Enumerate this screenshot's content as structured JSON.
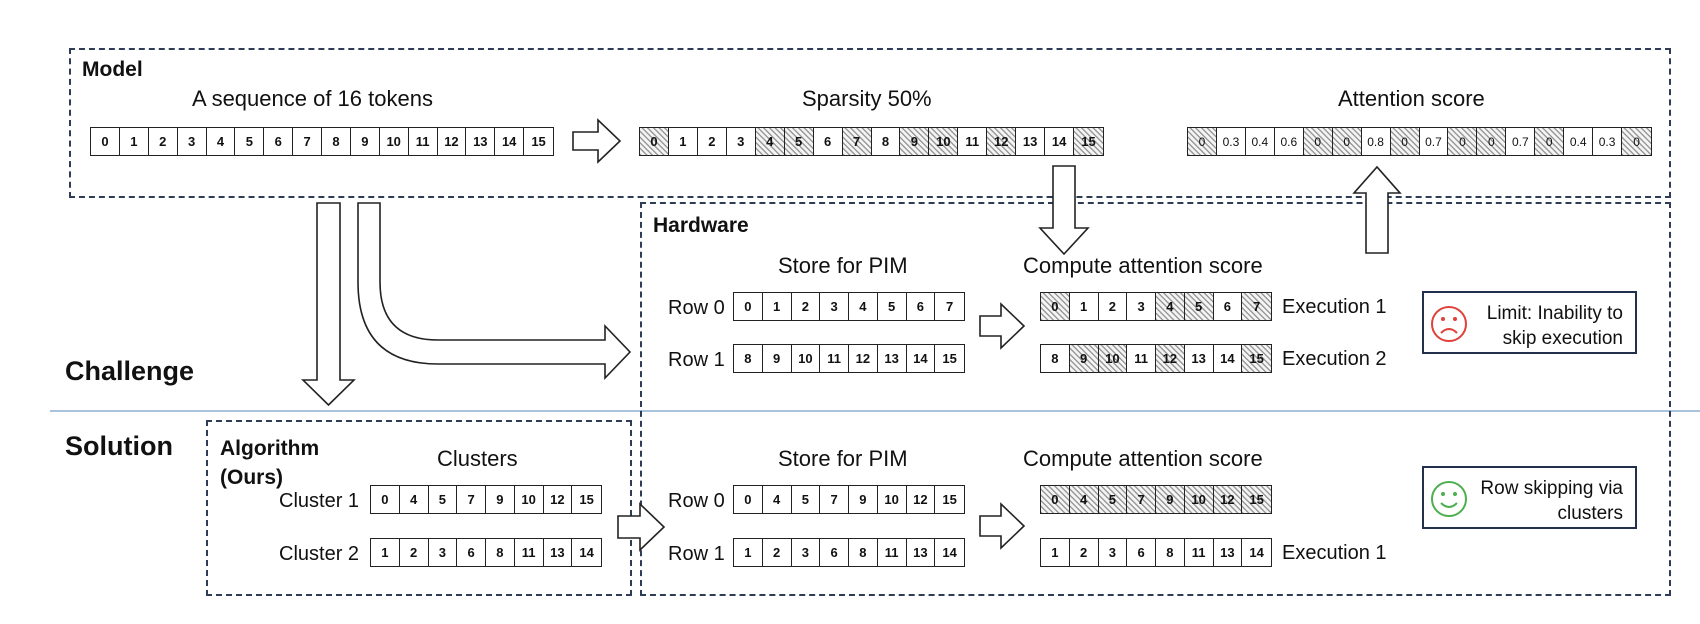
{
  "sections": {
    "model": "Model",
    "hardware": "Hardware",
    "algorithm": "Algorithm\n(Ours)",
    "challenge": "Challenge",
    "solution": "Solution"
  },
  "model": {
    "tokens_title": "A sequence of 16 tokens",
    "tokens": [
      "0",
      "1",
      "2",
      "3",
      "4",
      "5",
      "6",
      "7",
      "8",
      "9",
      "10",
      "11",
      "12",
      "13",
      "14",
      "15"
    ],
    "sparsity_title": "Sparsity 50%",
    "sparsity_tokens": [
      "0",
      "1",
      "2",
      "3",
      "4",
      "5",
      "6",
      "7",
      "8",
      "9",
      "10",
      "11",
      "12",
      "13",
      "14",
      "15"
    ],
    "sparsity_masked": [
      0,
      4,
      5,
      7,
      9,
      10,
      12,
      15
    ],
    "attention_title": "Attention score",
    "attention_values": [
      "0",
      "0.3",
      "0.4",
      "0.6",
      "0",
      "0",
      "0.8",
      "0",
      "0.7",
      "0",
      "0",
      "0.7",
      "0",
      "0.4",
      "0.3",
      "0"
    ],
    "attention_masked": [
      0,
      4,
      5,
      7,
      9,
      10,
      12,
      15
    ]
  },
  "challenge": {
    "store_title": "Store for PIM",
    "compute_title": "Compute attention score",
    "rows": [
      {
        "label": "Row 0",
        "cells": [
          "0",
          "1",
          "2",
          "3",
          "4",
          "5",
          "6",
          "7"
        ],
        "masked": [
          0,
          4,
          5,
          7
        ],
        "execution": "Execution 1"
      },
      {
        "label": "Row 1",
        "cells": [
          "8",
          "9",
          "10",
          "11",
          "12",
          "13",
          "14",
          "15"
        ],
        "masked": [
          1,
          2,
          4,
          7
        ],
        "execution": "Execution 2"
      }
    ],
    "note": "Limit: Inability to\nskip execution",
    "note_color": "#e0413a"
  },
  "solution": {
    "clusters_title": "Clusters",
    "clusters": [
      {
        "label": "Cluster 1",
        "cells": [
          "0",
          "4",
          "5",
          "7",
          "9",
          "10",
          "12",
          "15"
        ]
      },
      {
        "label": "Cluster 2",
        "cells": [
          "1",
          "2",
          "3",
          "6",
          "8",
          "11",
          "13",
          "14"
        ]
      }
    ],
    "store_title": "Store for PIM",
    "compute_title": "Compute attention score",
    "rows": [
      {
        "label": "Row 0",
        "cells": [
          "0",
          "4",
          "5",
          "7",
          "9",
          "10",
          "12",
          "15"
        ],
        "masked": [
          0,
          1,
          2,
          3,
          4,
          5,
          6,
          7
        ],
        "execution": ""
      },
      {
        "label": "Row 1",
        "cells": [
          "1",
          "2",
          "3",
          "6",
          "8",
          "11",
          "13",
          "14"
        ],
        "masked": [],
        "execution": "Execution 1"
      }
    ],
    "note": "Row skipping via\nclusters",
    "note_color": "#4caf50"
  }
}
